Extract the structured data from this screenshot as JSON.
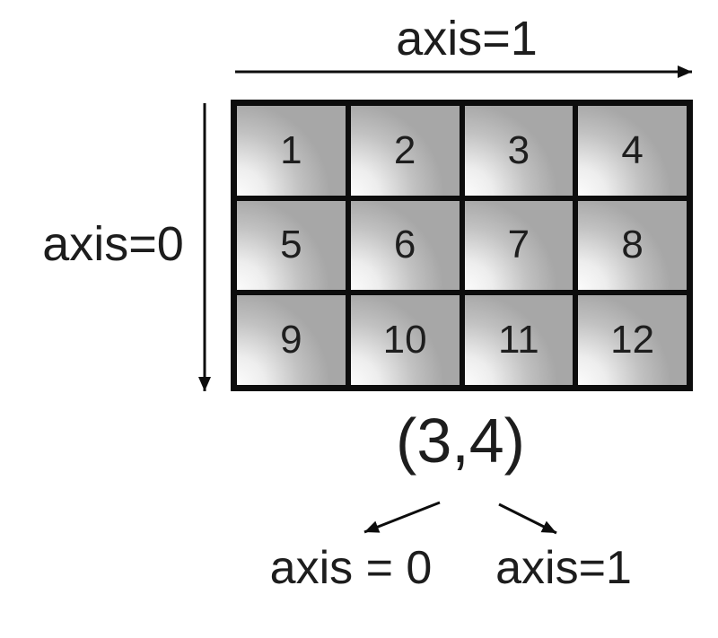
{
  "colors": {
    "background": "#ffffff",
    "cell_gray": "#a7a7a7",
    "line_black": "#0d0d0d",
    "text": "#1d1d1d"
  },
  "labels": {
    "top_axis": "axis=1",
    "left_axis": "axis=0",
    "shape": "(3,4)",
    "bottom_left": "axis = 0",
    "bottom_right": "axis=1"
  },
  "grid": {
    "rows": 3,
    "cols": 4,
    "cells": [
      "1",
      "2",
      "3",
      "4",
      "5",
      "6",
      "7",
      "8",
      "9",
      "10",
      "11",
      "12"
    ]
  }
}
